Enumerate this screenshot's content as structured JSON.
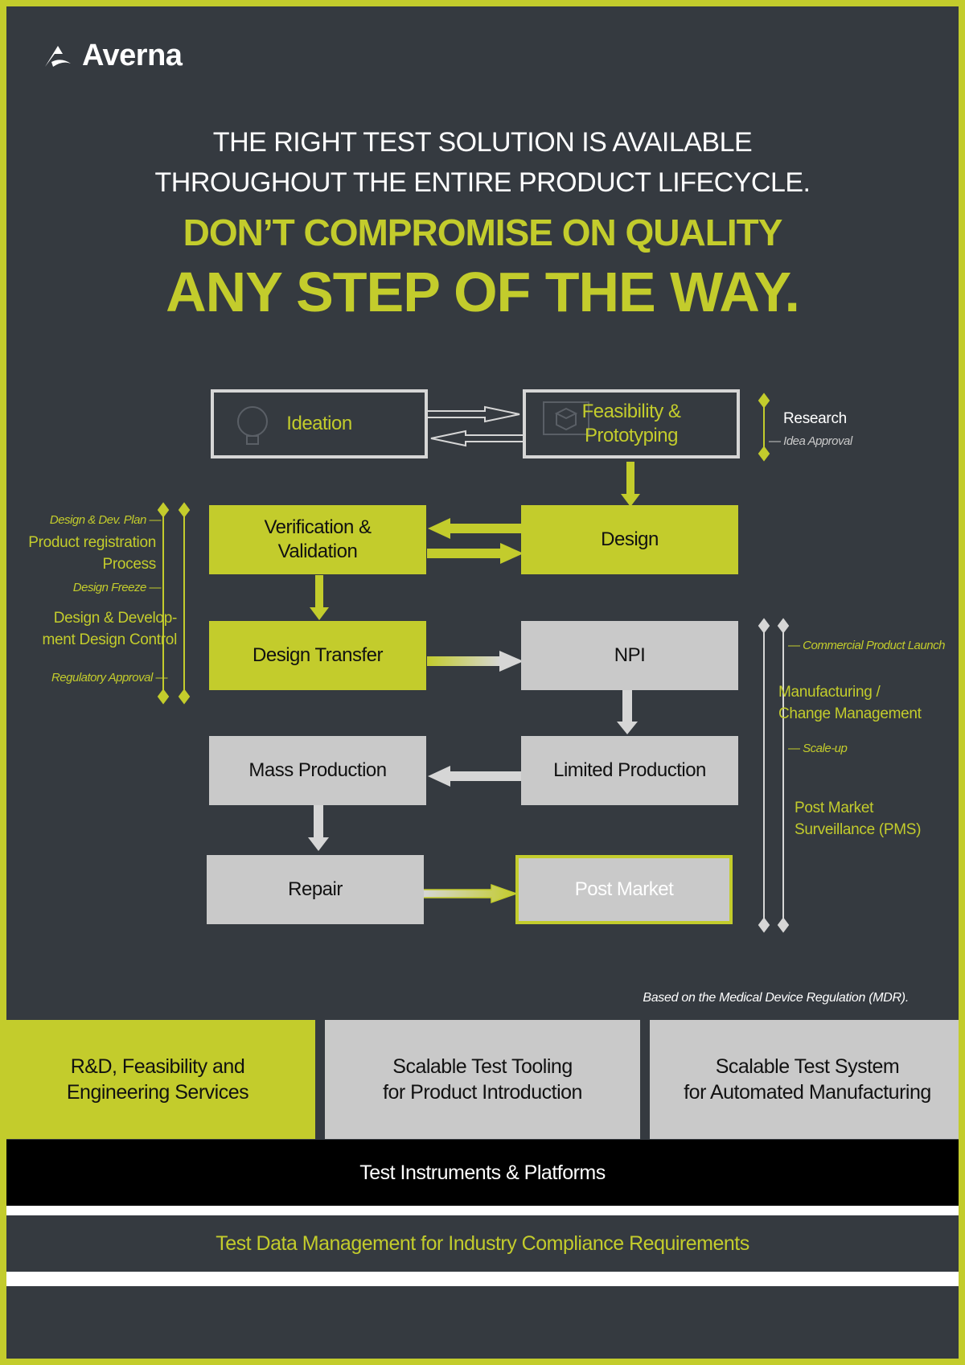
{
  "brand": {
    "name": "Averna"
  },
  "headline": {
    "line1": "THE RIGHT TEST SOLUTION IS AVAILABLE",
    "line2": "THROUGHOUT THE ENTIRE PRODUCT LIFECYCLE.",
    "line3": "DON’T COMPROMISE ON QUALITY",
    "line4": "ANY STEP OF THE WAY."
  },
  "stages": {
    "ideation": "Ideation",
    "feasibility_1": "Feasibility &",
    "feasibility_2": "Prototyping",
    "verification_1": "Verification &",
    "verification_2": "Validation",
    "design": "Design",
    "design_transfer": "Design Transfer",
    "npi": "NPI",
    "mass_production": "Mass Production",
    "limited_production": "Limited Production",
    "repair": "Repair",
    "post_market": "Post Market"
  },
  "right_annotations": {
    "research": "Research",
    "idea_approval": "— Idea Approval",
    "commercial_launch": "— Commercial Product Launch",
    "manufacturing_1": "Manufacturing /",
    "manufacturing_2": "Change Management",
    "scale_up": "— Scale-up",
    "pms_1": "Post Market",
    "pms_2": "Surveillance (PMS)"
  },
  "left_annotations": {
    "design_dev_plan": "Design & Dev. Plan —",
    "product_registration_1": "Product registration",
    "product_registration_2": "Process",
    "design_freeze": "Design Freeze —",
    "design_development_1": "Design & Develop-",
    "design_development_2": "ment Design Control",
    "regulatory_approval": "Regulatory Approval —"
  },
  "footnote": "Based on the Medical Device Regulation (MDR).",
  "services": {
    "rd_1": "R&D, Feasibility and",
    "rd_2": "Engineering Services",
    "tooling_1": "Scalable Test Tooling",
    "tooling_2": "for Product Introduction",
    "system_1": "Scalable Test System",
    "system_2": "for Automated Manufacturing",
    "instruments": "Test Instruments & Platforms",
    "data_mgmt": "Test Data Management for Industry Compliance Requirements"
  },
  "colors": {
    "lime": "#c3cc2c",
    "dark": "#353a40",
    "grey": "#c9c9c9",
    "outline": "#d6d6d6",
    "black": "#000000"
  },
  "icons": [
    "averna-logo-icon",
    "puzzle-bulb-icon",
    "cube-monitor-icon",
    "arrow-icons"
  ]
}
